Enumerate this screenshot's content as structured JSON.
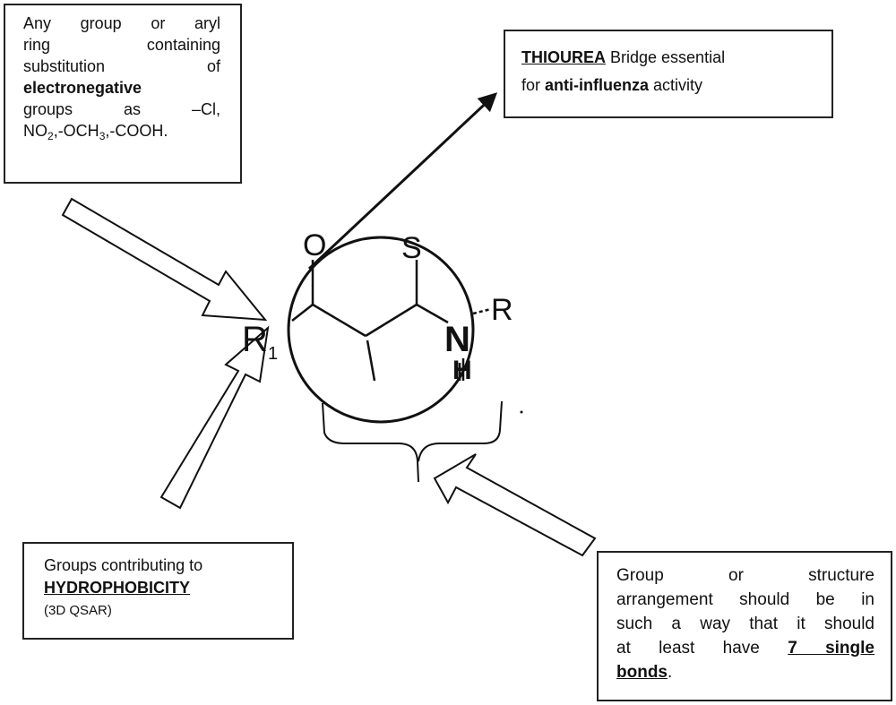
{
  "aryl_box": {
    "line1": "Any group or aryl",
    "line2": "ring containing",
    "line3": "substitution of",
    "line4_bold": "electronegative",
    "line5": "groups as –Cl,",
    "line6_a": "NO",
    "line6_sub1": "2",
    "line6_b": ",-OCH",
    "line6_sub2": "3",
    "line6_c": ",-COOH."
  },
  "thiourea_box": {
    "keyword": "THIOUREA",
    "text1": " Bridge essential",
    "text2": "for ",
    "activity_bold": "anti-influenza",
    "text3": " activity"
  },
  "hydro_box": {
    "line1": "Groups contributing to",
    "keyword": "HYDROPHOBICITY",
    "line3": "(3D QSAR)"
  },
  "bonds_box": {
    "line1": "Group or structure",
    "line2": "arrangement should be in",
    "line3": "such a way that it should",
    "line4_a": "at least have ",
    "line4_bold": "7 single",
    "line5_bold": "bonds",
    "line5_end": "."
  },
  "structure": {
    "oxygen": "O",
    "sulfur": "S",
    "r_group": "R",
    "r1_label": "R",
    "r1_sub": "1",
    "nitrogen": "N",
    "hydrogen": "H"
  }
}
